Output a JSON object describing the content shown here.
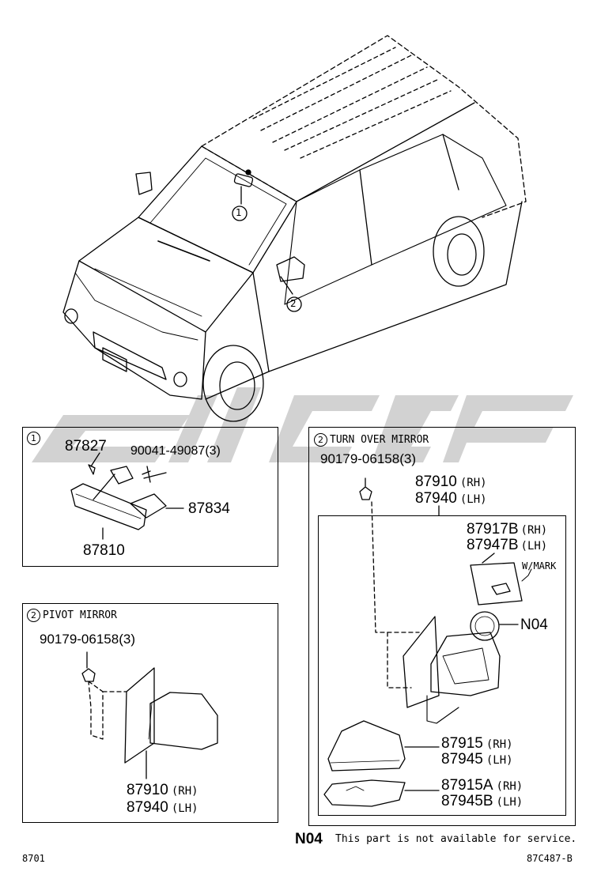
{
  "watermark": {
    "color": "#d2d2d2"
  },
  "callouts": {
    "c1": "1",
    "c2": "2"
  },
  "panel_inner_mirror": {
    "num": "1",
    "parts": {
      "p87827": "87827",
      "p90041": "90041-49087(3)",
      "p87834": "87834",
      "p87810": "87810"
    }
  },
  "panel_pivot": {
    "num": "2",
    "title": "PIVOT MIRROR",
    "parts": {
      "screw": "90179-06158(3)",
      "rh": "87910",
      "rh_tag": "(RH)",
      "lh": "87940",
      "lh_tag": "(LH)"
    }
  },
  "panel_turnover": {
    "num": "2",
    "title": "TURN OVER MIRROR",
    "parts": {
      "screw": "90179-06158(3)",
      "assy_rh": "87910",
      "assy_rh_tag": "(RH)",
      "assy_lh": "87940",
      "assy_lh_tag": "(LH)",
      "glass_rh": "87917B",
      "glass_rh_tag": "(RH)",
      "glass_lh": "87947B",
      "glass_lh_tag": "(LH)",
      "wmark": "W/MARK",
      "n04": "N04",
      "cover_rh": "87915",
      "cover_rh_tag": "(RH)",
      "cover_lh": "87945",
      "cover_lh_tag": "(LH)",
      "lamp_rh": "87915A",
      "lamp_rh_tag": "(RH)",
      "lamp_lh": "87945B",
      "lamp_lh_tag": "(LH)"
    }
  },
  "footer": {
    "note_code": "N04",
    "note_text": "This part is not available for service.",
    "left_code": "8701",
    "right_code": "87C487-B"
  }
}
